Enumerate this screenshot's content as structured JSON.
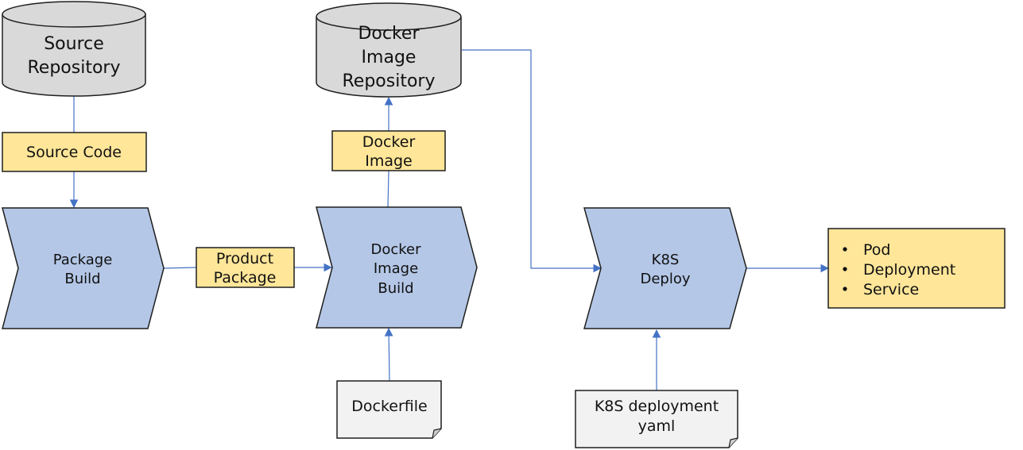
{
  "source_repository": {
    "lines": [
      "Source",
      "Repository"
    ]
  },
  "docker_image_repository": {
    "lines": [
      "Docker",
      "Image",
      "Repository"
    ]
  },
  "source_code": {
    "label": "Source Code"
  },
  "docker_image": {
    "lines": [
      "Docker",
      "Image"
    ]
  },
  "product_package": {
    "lines": [
      "Product",
      "Package"
    ]
  },
  "package_build": {
    "lines": [
      "Package",
      "Build"
    ]
  },
  "docker_image_build": {
    "lines": [
      "Docker",
      "Image",
      "Build"
    ]
  },
  "k8s_deploy": {
    "lines": [
      "K8S",
      "Deploy"
    ]
  },
  "dockerfile": {
    "label": "Dockerfile"
  },
  "k8s_yaml": {
    "lines": [
      "K8S deployment",
      "yaml"
    ]
  },
  "resources": {
    "items": [
      "Pod",
      "Deployment",
      "Service"
    ]
  },
  "colors": {
    "repository_fill": "#d9d9d9",
    "artifact_fill": "#ffe699",
    "step_fill": "#b4c7e7",
    "document_fill": "#f2f2f2",
    "connector": "#4472c4",
    "outline": "#1f1f1f"
  }
}
